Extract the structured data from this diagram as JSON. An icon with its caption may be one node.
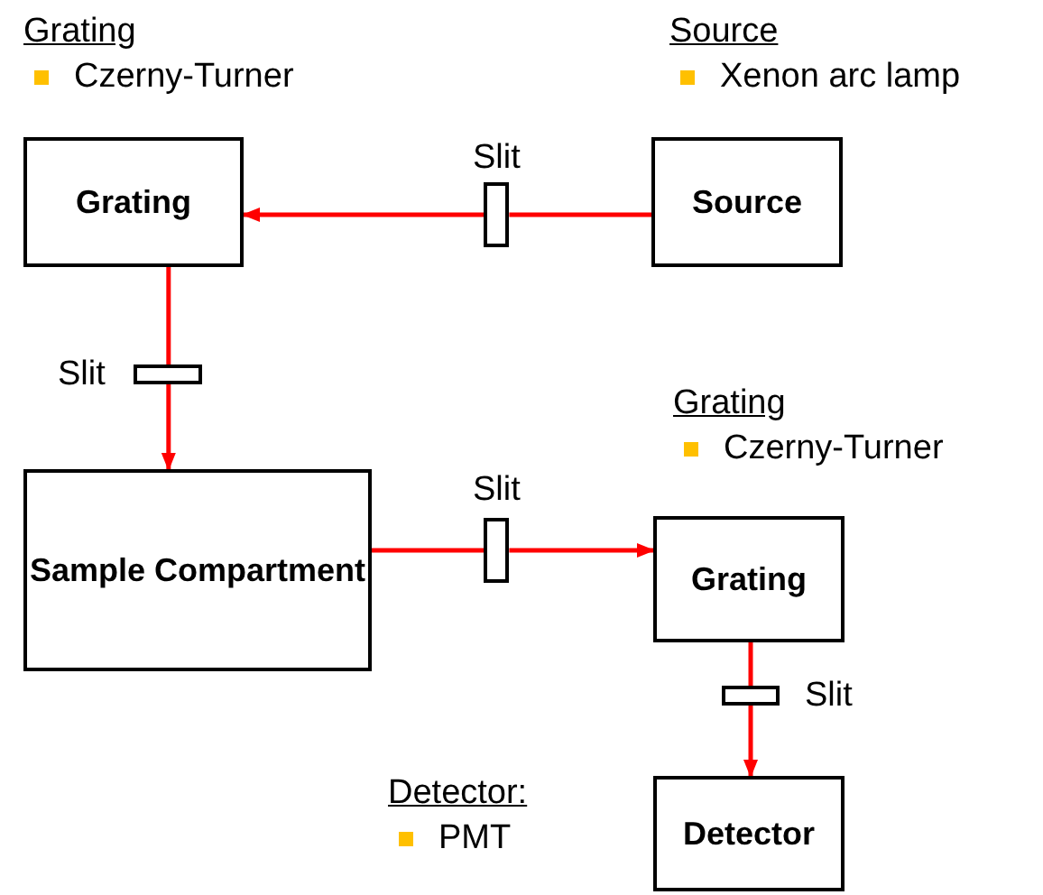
{
  "diagram": {
    "nodes": [
      {
        "text": [
          "Grating"
        ],
        "beside": [
          "Grating",
          "Czerny-Turner"
        ]
      },
      {
        "text": [
          "Source"
        ],
        "beside": [
          "Source",
          "Xenon arc lamp"
        ]
      },
      {
        "text": [
          "Sample Compartment"
        ]
      },
      {
        "text": [
          "Grating"
        ],
        "beside": [
          "Grating",
          "Czerny-Turner"
        ]
      },
      {
        "text": [
          "Detector"
        ],
        "beside": [
          "Detector:",
          "PMT"
        ]
      },
      {
        "text": [
          "Slit"
        ]
      },
      {
        "text": [
          "Slit"
        ]
      },
      {
        "text": [
          "Slit"
        ]
      },
      {
        "text": [
          "Slit"
        ]
      }
    ],
    "edges": [
      {
        "from": 1,
        "to": 5,
        "arrow": "none"
      },
      {
        "from": 5,
        "to": 0,
        "arrow": "to"
      },
      {
        "from": 0,
        "to": 6,
        "arrow": "none"
      },
      {
        "from": 6,
        "to": 2,
        "arrow": "to"
      },
      {
        "from": 2,
        "to": 7,
        "arrow": "none"
      },
      {
        "from": 7,
        "to": 3,
        "arrow": "to"
      },
      {
        "from": 3,
        "to": 8,
        "arrow": "none"
      },
      {
        "from": 8,
        "to": 4,
        "arrow": "to"
      }
    ]
  }
}
